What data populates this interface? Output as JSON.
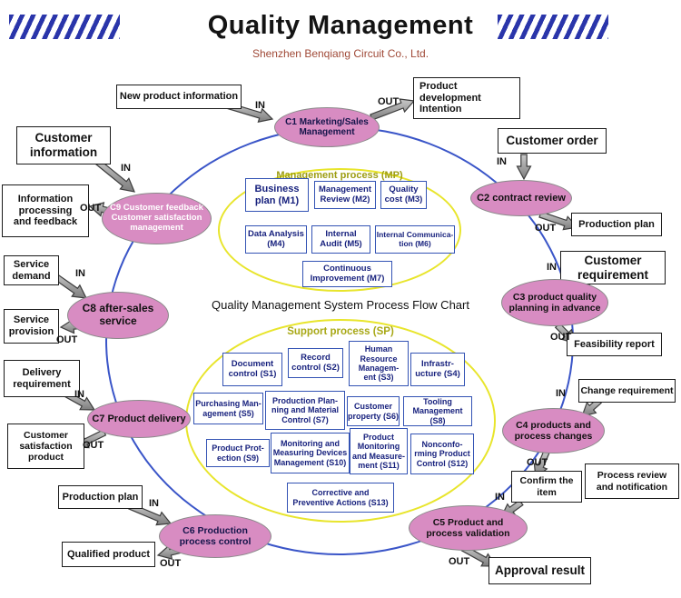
{
  "header": {
    "title": "Quality Management",
    "subtitle": "Shenzhen Benqiang Circuit Co., Ltd."
  },
  "labels": {
    "in": "IN",
    "out": "OUT"
  },
  "center_caption": "Quality Management System Process Flow Chart",
  "mp": {
    "title": "Management process (MP)",
    "items": {
      "m1": "Business\nplan (M1)",
      "m2": "Management\nReview (M2)",
      "m3": "Quality\ncost (M3)",
      "m4": "Data Analysis\n(M4)",
      "m5": "Internal\nAudit (M5)",
      "m6": "Internal Communica-\ntion (M6)",
      "m7": "Continuous\nImprovement (M7)"
    }
  },
  "sp": {
    "title": "Support process (SP)",
    "items": {
      "s1": "Document\ncontrol (S1)",
      "s2": "Record\ncontrol (S2)",
      "s3": "Human\nResource\nManagem-\nent (S3)",
      "s4": "Infrastr-\nucture (S4)",
      "s5": "Purchasing Man-\nagement (S5)",
      "s6": "Customer\nproperty (S6)",
      "s7": "Production Plan-\nning and Material\nControl (S7)",
      "s8": "Tooling\nManagement (S8)",
      "s9": "Product Prot-\nection (S9)",
      "s10": "Monitoring and\nMeasuring Devices\nManagement (S10)",
      "s11": "Product\nMonitoring\nand Measure-\nment (S11)",
      "s12": "Nonconfo-\nrming Product\nControl (S12)",
      "s13": "Corrective and\nPreventive Actions (S13)"
    }
  },
  "nodes": {
    "c1": "C1 Marketing/Sales\nManagement",
    "c2": "C2 contract review",
    "c3": "C3 product quality\nplanning in advance",
    "c4": "C4 products and\nprocess changes",
    "c5": "C5 Product and\nprocess validation",
    "c6": "C6 Production\nprocess control",
    "c7": "C7 Product delivery",
    "c8": "C8 after-sales\nservice",
    "c9": "C9 Customer feedback\nCustomer satisfaction\nmanagement"
  },
  "io": {
    "new_product_information": "New product information",
    "product_development_intention": "Product development\nIntention",
    "customer_order": "Customer order",
    "production_plan_right": "Production plan",
    "customer_requirement": "Customer\nrequirement",
    "feasibility_report": "Feasibility report",
    "change_requirement": "Change requirement",
    "confirm_the_item": "Confirm the\nitem",
    "process_review_notification": "Process review\nand notification",
    "approval_result": "Approval result",
    "qualified_product": "Qualified product",
    "production_plan_left": "Production plan",
    "customer_satisfaction_product": "Customer\nsatisfaction\nproduct",
    "delivery_requirement": "Delivery\nrequirement",
    "service_provision": "Service\nprovision",
    "service_demand": "Service\ndemand",
    "information_processing_feedback": "Information\nprocessing\nand feedback",
    "customer_information": "Customer\ninformation"
  },
  "colors": {
    "node_fill": "#d88cc2",
    "ring_blue": "#3a55c8",
    "ellipse_yellow": "#e8e52c",
    "process_label_olive": "#9d9d12",
    "subtitle_red": "#a04a38",
    "decor_blue": "#2a35aa",
    "box_border_blue": "#3353b4",
    "box_text_navy": "#18227e"
  }
}
